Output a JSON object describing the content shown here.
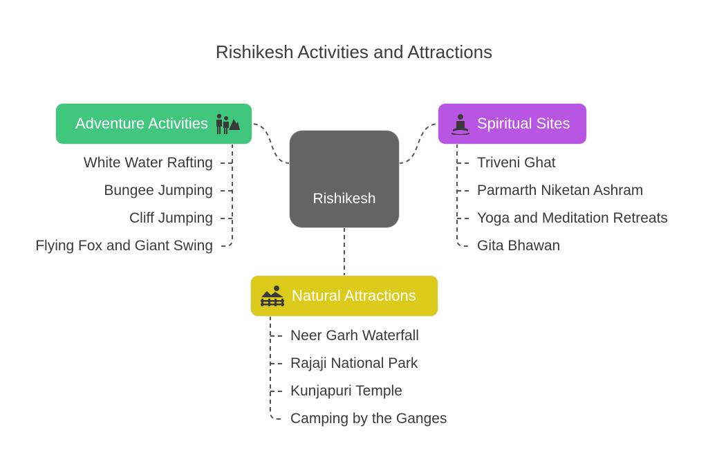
{
  "title": "Rishikesh Activities and Attractions",
  "center": {
    "label": "Rishikesh"
  },
  "categories": {
    "adventure": {
      "label": "Adventure Activities",
      "icon": "hiker-mountain-icon",
      "color": "#41c77d",
      "items": [
        "White Water Rafting",
        "Bungee Jumping",
        "Cliff Jumping",
        "Flying Fox and Giant Swing"
      ]
    },
    "spiritual": {
      "label": "Spiritual Sites",
      "icon": "meditation-icon",
      "color": "#b955e3",
      "items": [
        "Triveni Ghat",
        "Parmarth Niketan Ashram",
        "Yoga and Meditation Retreats",
        "Gita Bhawan"
      ]
    },
    "natural": {
      "label": "Natural Attractions",
      "icon": "landscape-fence-icon",
      "color": "#dccb1a",
      "items": [
        "Neer Garh Waterfall",
        "Rajaji National Park",
        "Kunjapuri Temple",
        "Camping by the Ganges"
      ]
    }
  },
  "colors": {
    "center": "#646464",
    "connector": "#555555",
    "text": "#3a3a3a"
  }
}
